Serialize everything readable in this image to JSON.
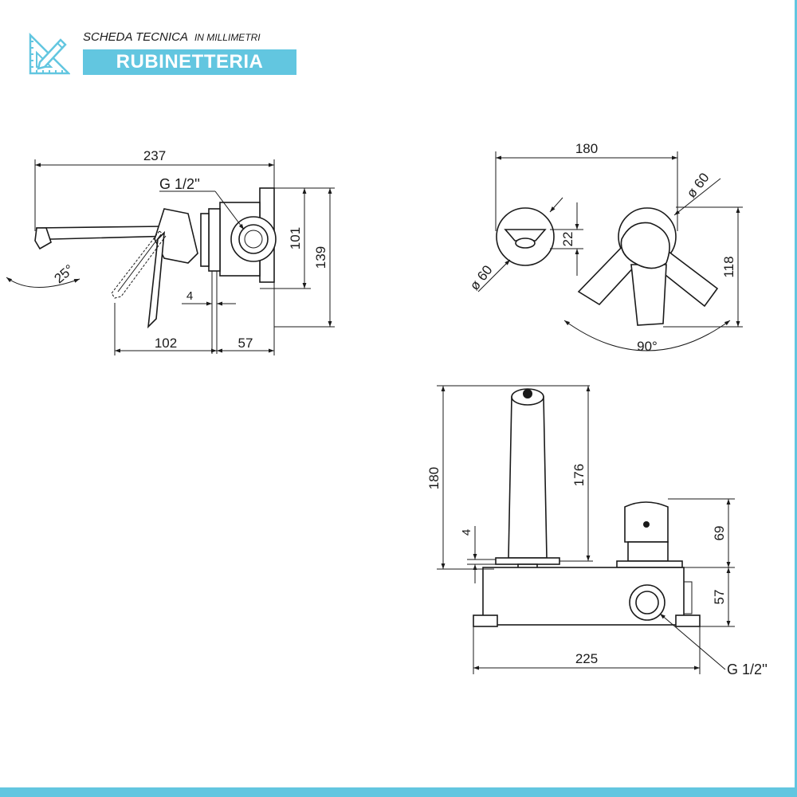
{
  "header": {
    "title": "SCHEDA TECNICA",
    "units": "IN MILLIMETRI",
    "category": "RUBINETTERIA",
    "icon": "ruler-pencil-icon",
    "accent_color": "#62c6e0"
  },
  "side_view": {
    "overall_length": "237",
    "connection": "G 1/2''",
    "height_inner": "101",
    "height_total": "139",
    "angle": "25°",
    "offset": "4",
    "front_length": "102",
    "rear_depth": "57"
  },
  "top_view": {
    "width": "180",
    "diameter_right": "ø 60",
    "diameter_left": "ø 60",
    "small_height": "22",
    "depth": "118",
    "rotation": "90°"
  },
  "front_view": {
    "total_height": "180",
    "spout_height": "176",
    "offset": "4",
    "handle_height": "69",
    "box_height": "57",
    "box_width": "225",
    "connection": "G 1/2''"
  }
}
